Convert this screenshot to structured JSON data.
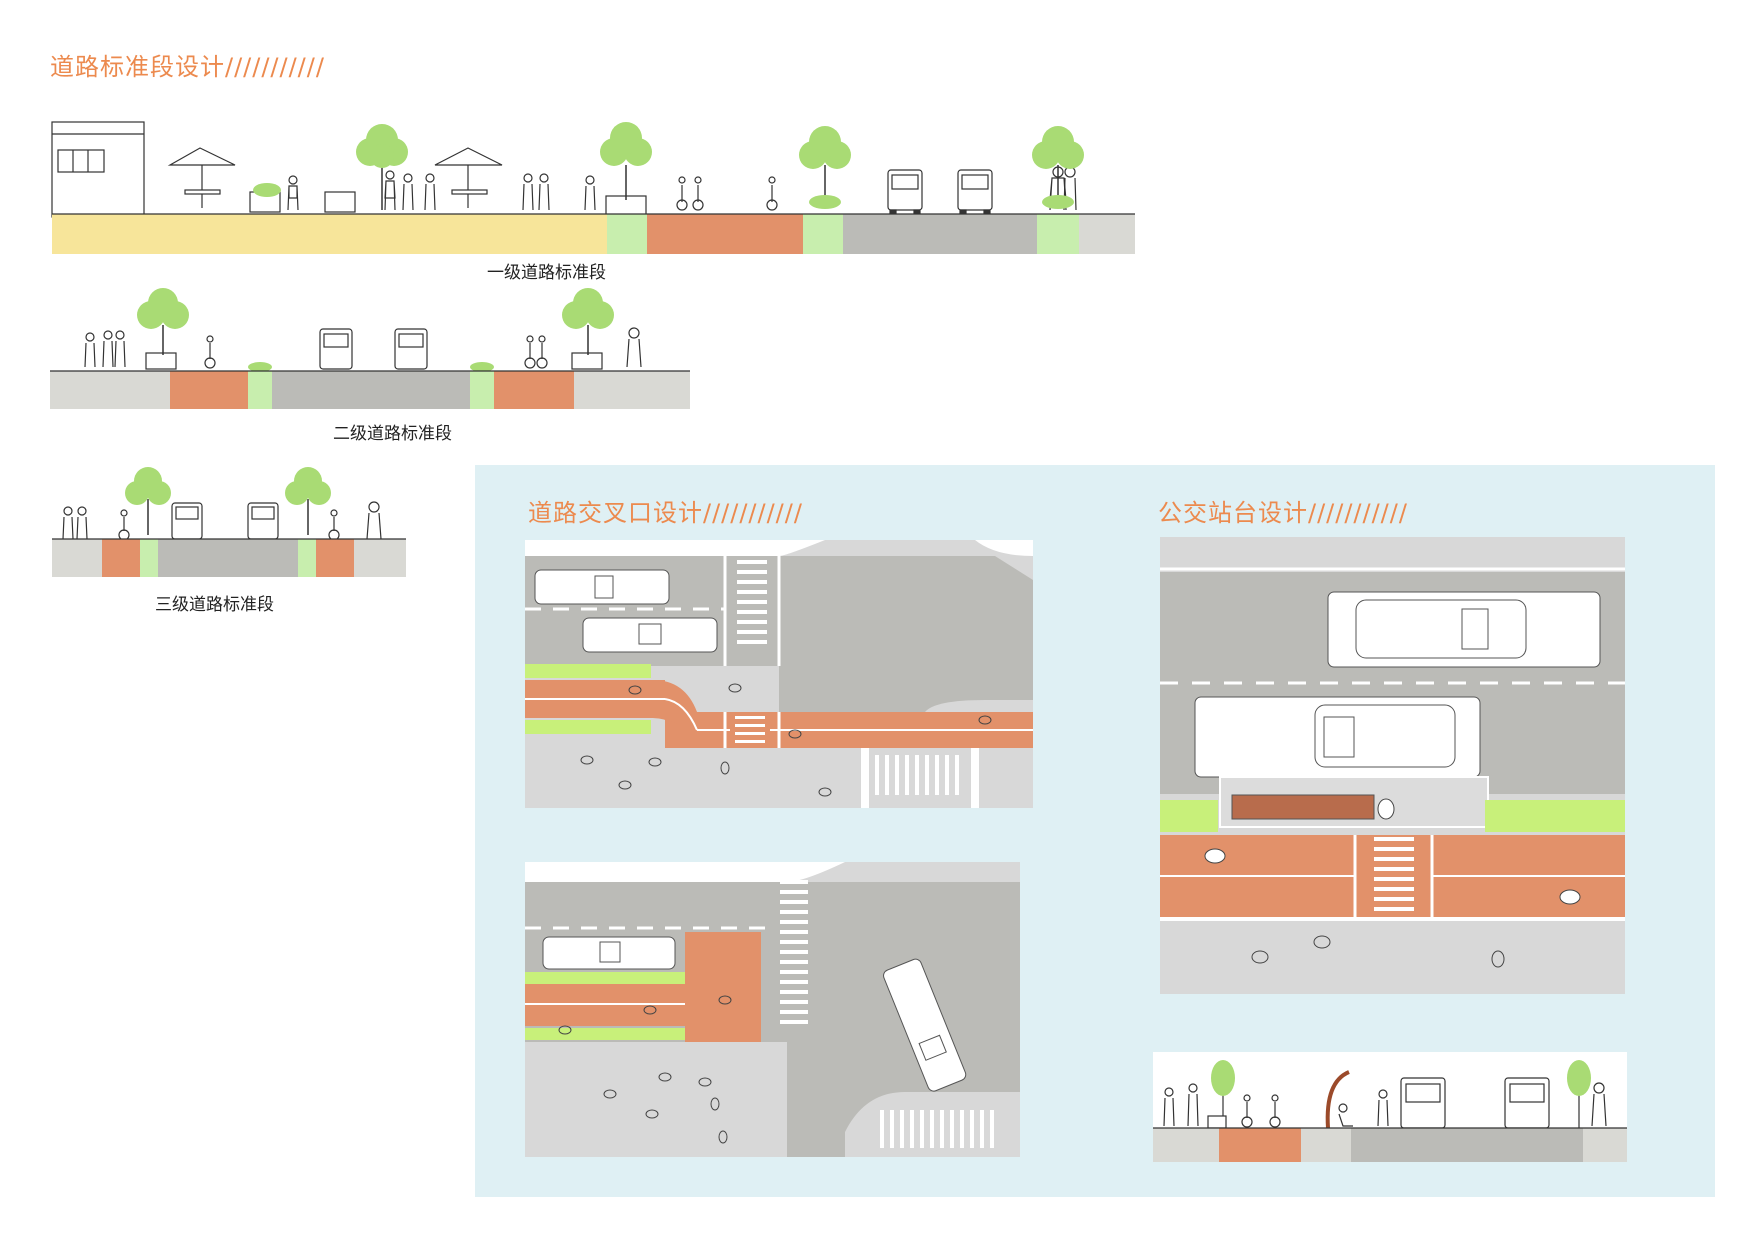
{
  "headings": {
    "standard": "道路标准段设计///////////",
    "intersection": "道路交叉口设计///////////",
    "busstop": "公交站台设计///////////"
  },
  "captions": {
    "primary": "一级道路标准段",
    "secondary": "二级道路标准段",
    "tertiary": "三级道路标准段"
  },
  "colors": {
    "heading": "#ec8a4e",
    "plaza": "#f7e59a",
    "green_strip": "#c8eeae",
    "bike_lane": "#e2916a",
    "road": "#bbbbb7",
    "sidewalk": "#d9d9d4",
    "panel": "#dff0f4",
    "tree": "#a9db74",
    "platform_green": "#c8f07a",
    "bench": "#b86c4c"
  },
  "icons": [
    "tree-icon",
    "umbrella-icon",
    "pedestrian-icon",
    "cyclist-icon",
    "bus-front-icon",
    "building-icon",
    "shrub-icon",
    "bus-top-icon",
    "crosswalk-icon"
  ]
}
